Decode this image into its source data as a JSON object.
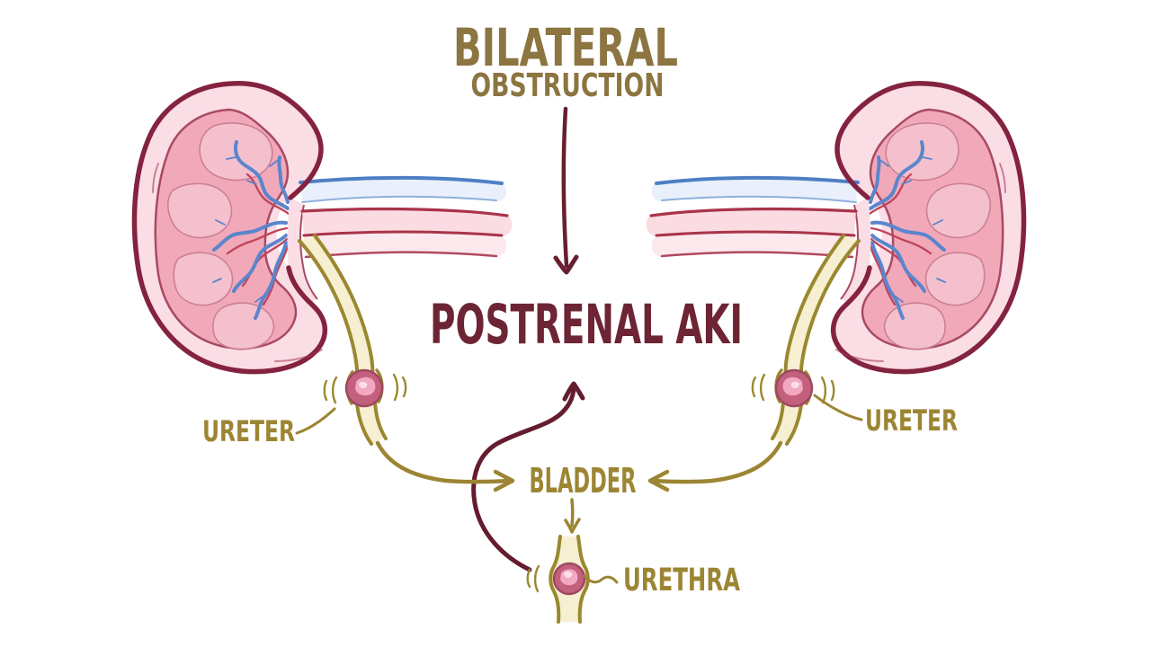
{
  "diagram": {
    "title": {
      "line1": "BILATERAL",
      "line2": "OBSTRUCTION"
    },
    "outcome": "POSTRENAL AKI",
    "labels": {
      "ureter_left": "URETER",
      "ureter_right": "URETER",
      "bladder": "BLADDER",
      "urethra": "URETHRA"
    },
    "connections": [
      {
        "from": "BILATERAL OBSTRUCTION",
        "to": "POSTRENAL AKI",
        "style": "straight-down-arrow",
        "color": "#67202f"
      },
      {
        "from": "URETER (left, stone)",
        "to": "BLADDER",
        "style": "curved-arrow",
        "color": "#9c8533"
      },
      {
        "from": "URETER (right, stone)",
        "to": "BLADDER",
        "style": "curved-arrow",
        "color": "#9c8533"
      },
      {
        "from": "BLADDER",
        "to": "URETHRA",
        "style": "short-down-arrow",
        "color": "#9c8533"
      },
      {
        "from": "BLADDER / URETHRA obstruction",
        "to": "POSTRENAL AKI",
        "style": "s-curved-up-arrow",
        "color": "#67202f"
      }
    ],
    "colors": {
      "background": "#ffffff",
      "title_text": "#8c7540",
      "outcome_text": "#6d2434",
      "label_text": "#9c8533",
      "kidney_outline": "#842340",
      "kidney_cortex": "#fbdde6",
      "kidney_medulla": "#f1a9ba",
      "kidney_lobe": "#f5c3d0",
      "vein_blue": "#4d7fc4",
      "vein_fill": "#e9f0fb",
      "artery_red": "#a93349",
      "artery_fill": "#fadce2",
      "ureter_tube_outline": "#9b882f",
      "ureter_tube_fill": "#f6efd2",
      "stone_ring": "#c2607e",
      "stone_core": "#f3a8c2"
    }
  }
}
